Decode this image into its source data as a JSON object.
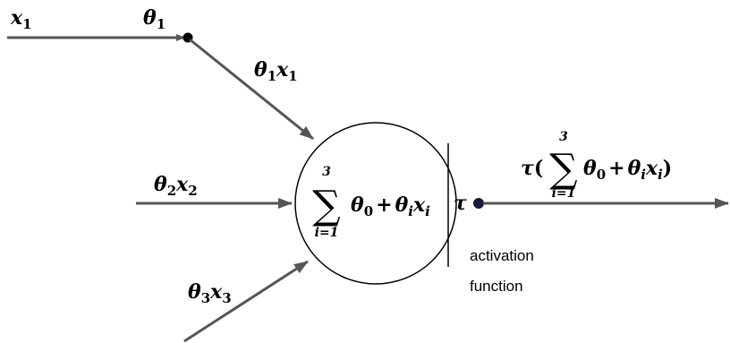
{
  "inputs": {
    "x1": {
      "var": "x",
      "idx": "1"
    },
    "theta1": {
      "var": "θ",
      "idx": "1"
    },
    "theta1x1": {
      "w": "θ",
      "wi": "1",
      "x": "x",
      "xi": "1"
    },
    "theta2x2": {
      "w": "θ",
      "wi": "2",
      "x": "x",
      "xi": "2"
    },
    "theta3x3": {
      "w": "θ",
      "wi": "3",
      "x": "x",
      "xi": "3"
    }
  },
  "neuron": {
    "sum_symbol": "∑",
    "upper": "3",
    "lower": "i=1",
    "theta": "θ",
    "zero": "0",
    "plus": "+",
    "i": "i",
    "x": "x",
    "activation_symbol": "τ"
  },
  "output": {
    "tau": "τ",
    "open_paren": "(",
    "close_paren": ")",
    "sum_symbol": "∑",
    "upper": "3",
    "lower": "i=1",
    "theta": "θ",
    "zero": "0",
    "plus": "+",
    "i": "i",
    "x": "x"
  },
  "annotation": {
    "line1": "activation",
    "line2": "function"
  },
  "colors": {
    "arrow": "#555555",
    "node": "#000000",
    "output_node": "#1a1a3a",
    "circle_stroke": "#000000"
  }
}
